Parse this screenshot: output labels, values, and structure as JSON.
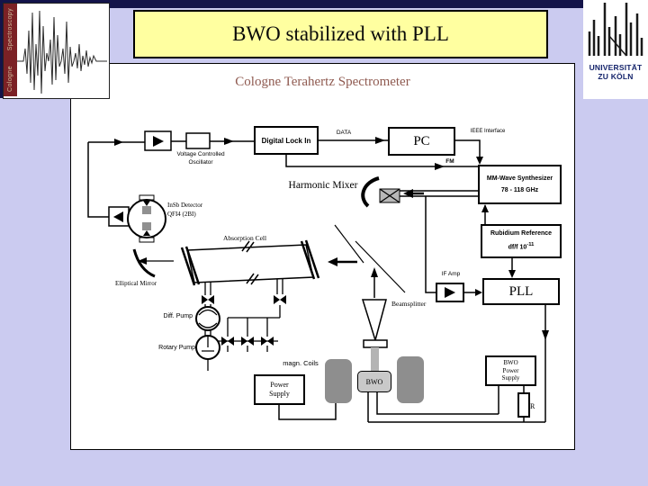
{
  "slide": {
    "background_color": "#cbcbf0",
    "top_bar_color": "#14144a",
    "title_bar_color": "#ffffa0"
  },
  "corner_panel": {
    "strip_color": "#7b2125",
    "strip_word_bottom": "Cologne",
    "strip_word_top": "Spectroscopy"
  },
  "title_bar": {
    "text": "BWO stabilized with PLL"
  },
  "university_logo": {
    "line1": "UNIVERSITÄT",
    "line2": "ZU KÖLN",
    "text_color": "#15246b"
  },
  "diagram": {
    "title": "Cologne Terahertz Spectrometer",
    "title_color": "#8f5a50",
    "vco_line1": "Voltage Controlled",
    "vco_line2": "Oscillator",
    "digital_lock_in": "Digital Lock In",
    "data": "DATA",
    "pc": "PC",
    "ieee_interface": "IEEE Interface",
    "fm": "FM",
    "synthesizer_line1": "MM-Wave Synthesizer",
    "synthesizer_line2": "78 - 118 GHz",
    "harmonic_mixer": "Harmonic Mixer",
    "insb_line1": "InSb Detector",
    "insb_line2": "QFI4 (2BI)",
    "rubidium_line1": "Rubidium Reference",
    "rubidium_line2": "df/f  10",
    "rubidium_exponent": "-11",
    "absorption_cell": "Absorption Cell",
    "elliptical_mirror": "Elliptical Mirror",
    "if_amp": "IF Amp",
    "pll": "PLL",
    "beamsplitter": "Beamsplitter",
    "diff_pump": "Diff. Pump",
    "rotary_pump": "Rotary Pump",
    "magn_coils": "magn. Coils",
    "power_supply_line1": "Power",
    "power_supply_line2": "Supply",
    "bwo": "BWO",
    "bwo_ps_line1": "BWO",
    "bwo_ps_line2": "Power",
    "bwo_ps_line3": "Supply",
    "resistor": "R",
    "gray_fill": "#8e8e8e"
  }
}
